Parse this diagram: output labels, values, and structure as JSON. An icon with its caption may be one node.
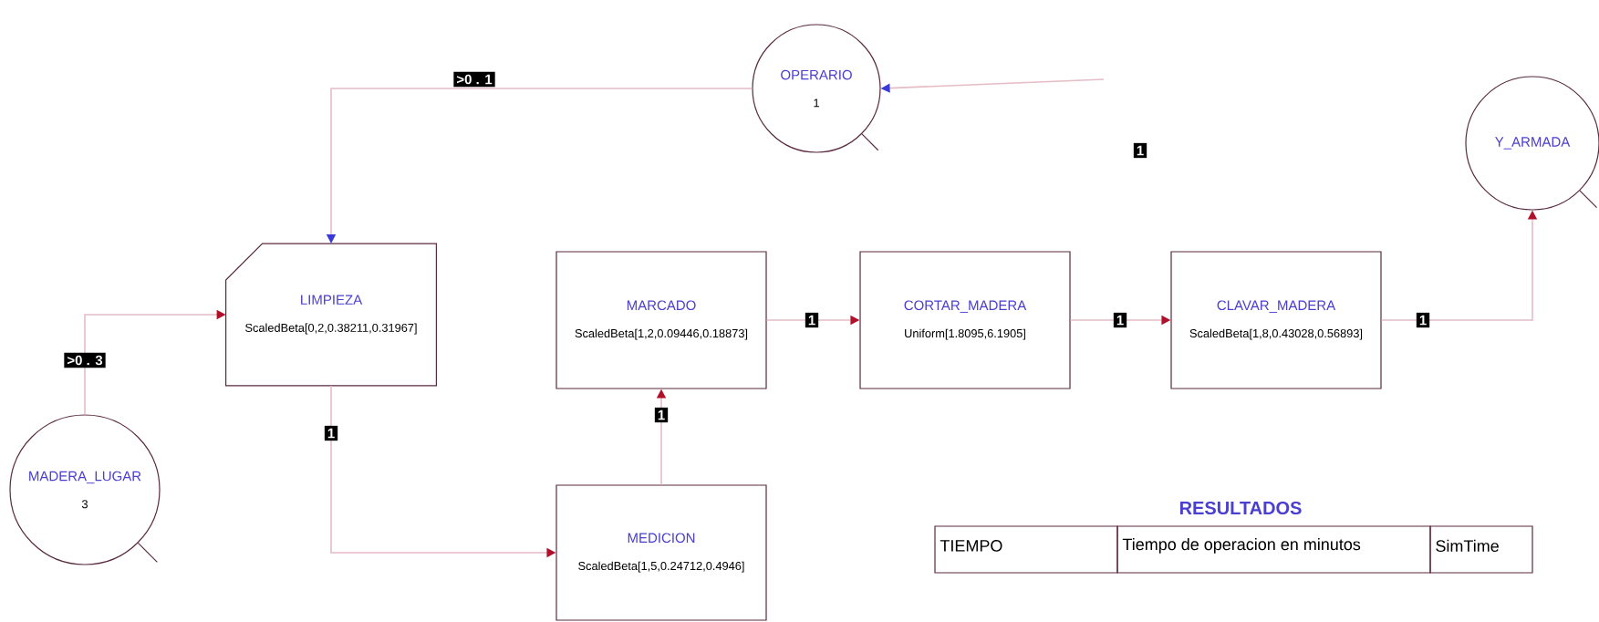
{
  "diagram": {
    "nodes": [
      {
        "text": [
          "OPERARIO",
          "1"
        ]
      },
      {
        "text": [
          "Y_ARMADA"
        ]
      },
      {
        "text": [
          "LIMPIEZA",
          "ScaledBeta[0,2,0.38211,0.31967]"
        ]
      },
      {
        "text": [
          "MARCADO",
          "ScaledBeta[1,2,0.09446,0.18873]"
        ]
      },
      {
        "text": [
          "CORTAR_MADERA",
          "Uniform[1.8095,6.1905]"
        ]
      },
      {
        "text": [
          "CLAVAR_MADERA",
          "ScaledBeta[1,8,0.43028,0.56893]"
        ]
      },
      {
        "text": [
          "MADERA_LUGAR",
          "3"
        ]
      },
      {
        "text": [
          "MEDICION",
          "ScaledBeta[1,5,0.24712,0.4946]"
        ]
      }
    ],
    "edges": [
      {
        "from": null,
        "to": 0,
        "arrow": "to"
      },
      {
        "from": 0,
        "to": 2,
        "arrow": "to",
        "label": ">0 . 1"
      },
      {
        "from": 6,
        "to": 2,
        "arrow": "to",
        "label": ">0 . 3"
      },
      {
        "from": 2,
        "to": 7,
        "arrow": "to",
        "label": "1"
      },
      {
        "from": 7,
        "to": 3,
        "arrow": "to",
        "label": "1"
      },
      {
        "from": 3,
        "to": 4,
        "arrow": "to",
        "label": "1"
      },
      {
        "from": 4,
        "to": 5,
        "arrow": "to",
        "label": "1"
      },
      {
        "from": 5,
        "to": 1,
        "arrow": "to",
        "label": "1"
      }
    ],
    "labels": [
      "1",
      "RESULTADOS",
      "TIEMPO",
      "Tiempo de operacion en minutos",
      "SimTime"
    ]
  }
}
